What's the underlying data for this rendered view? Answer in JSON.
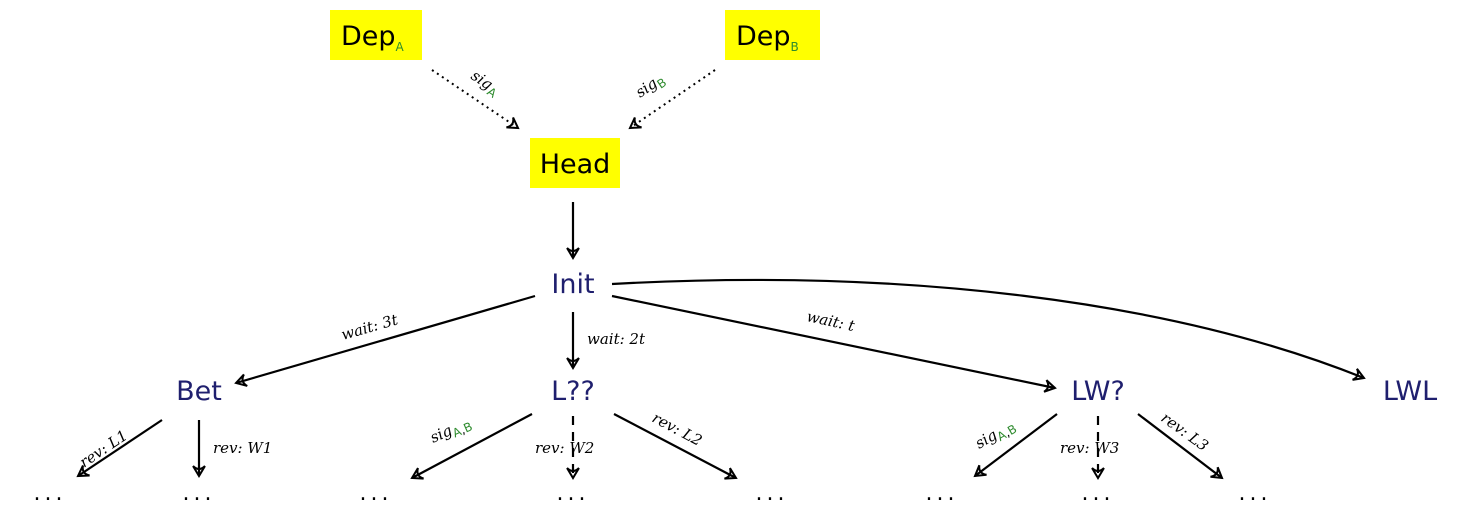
{
  "colors": {
    "actor_box": "#ffff00",
    "state_text": "#1f1f6e",
    "subscript_green": "#2e8b2e"
  },
  "nodes": {
    "dep_a": {
      "main": "Dep",
      "sub": "A"
    },
    "dep_b": {
      "main": "Dep",
      "sub": "B"
    },
    "head": "Head",
    "init": "Init",
    "bet": "Bet",
    "lqq": "L??",
    "lw": "LW?",
    "lwl": "LWL",
    "ellipsis": "..."
  },
  "edges": {
    "sig": "sig",
    "sig_a_sub": "A",
    "sig_b_sub": "B",
    "sig_ab_sub_a": "A",
    "sig_ab_sub_sep": ",",
    "sig_ab_sub_b": "B",
    "wait_3t": "wait: 3t",
    "wait_2t": "wait: 2t",
    "wait_t": "wait: t",
    "rev_l1": "rev: L1",
    "rev_w1": "rev: W1",
    "rev_w2": "rev: W2",
    "rev_l2": "rev: L2",
    "rev_w3": "rev: W3",
    "rev_l3": "rev: L3"
  }
}
